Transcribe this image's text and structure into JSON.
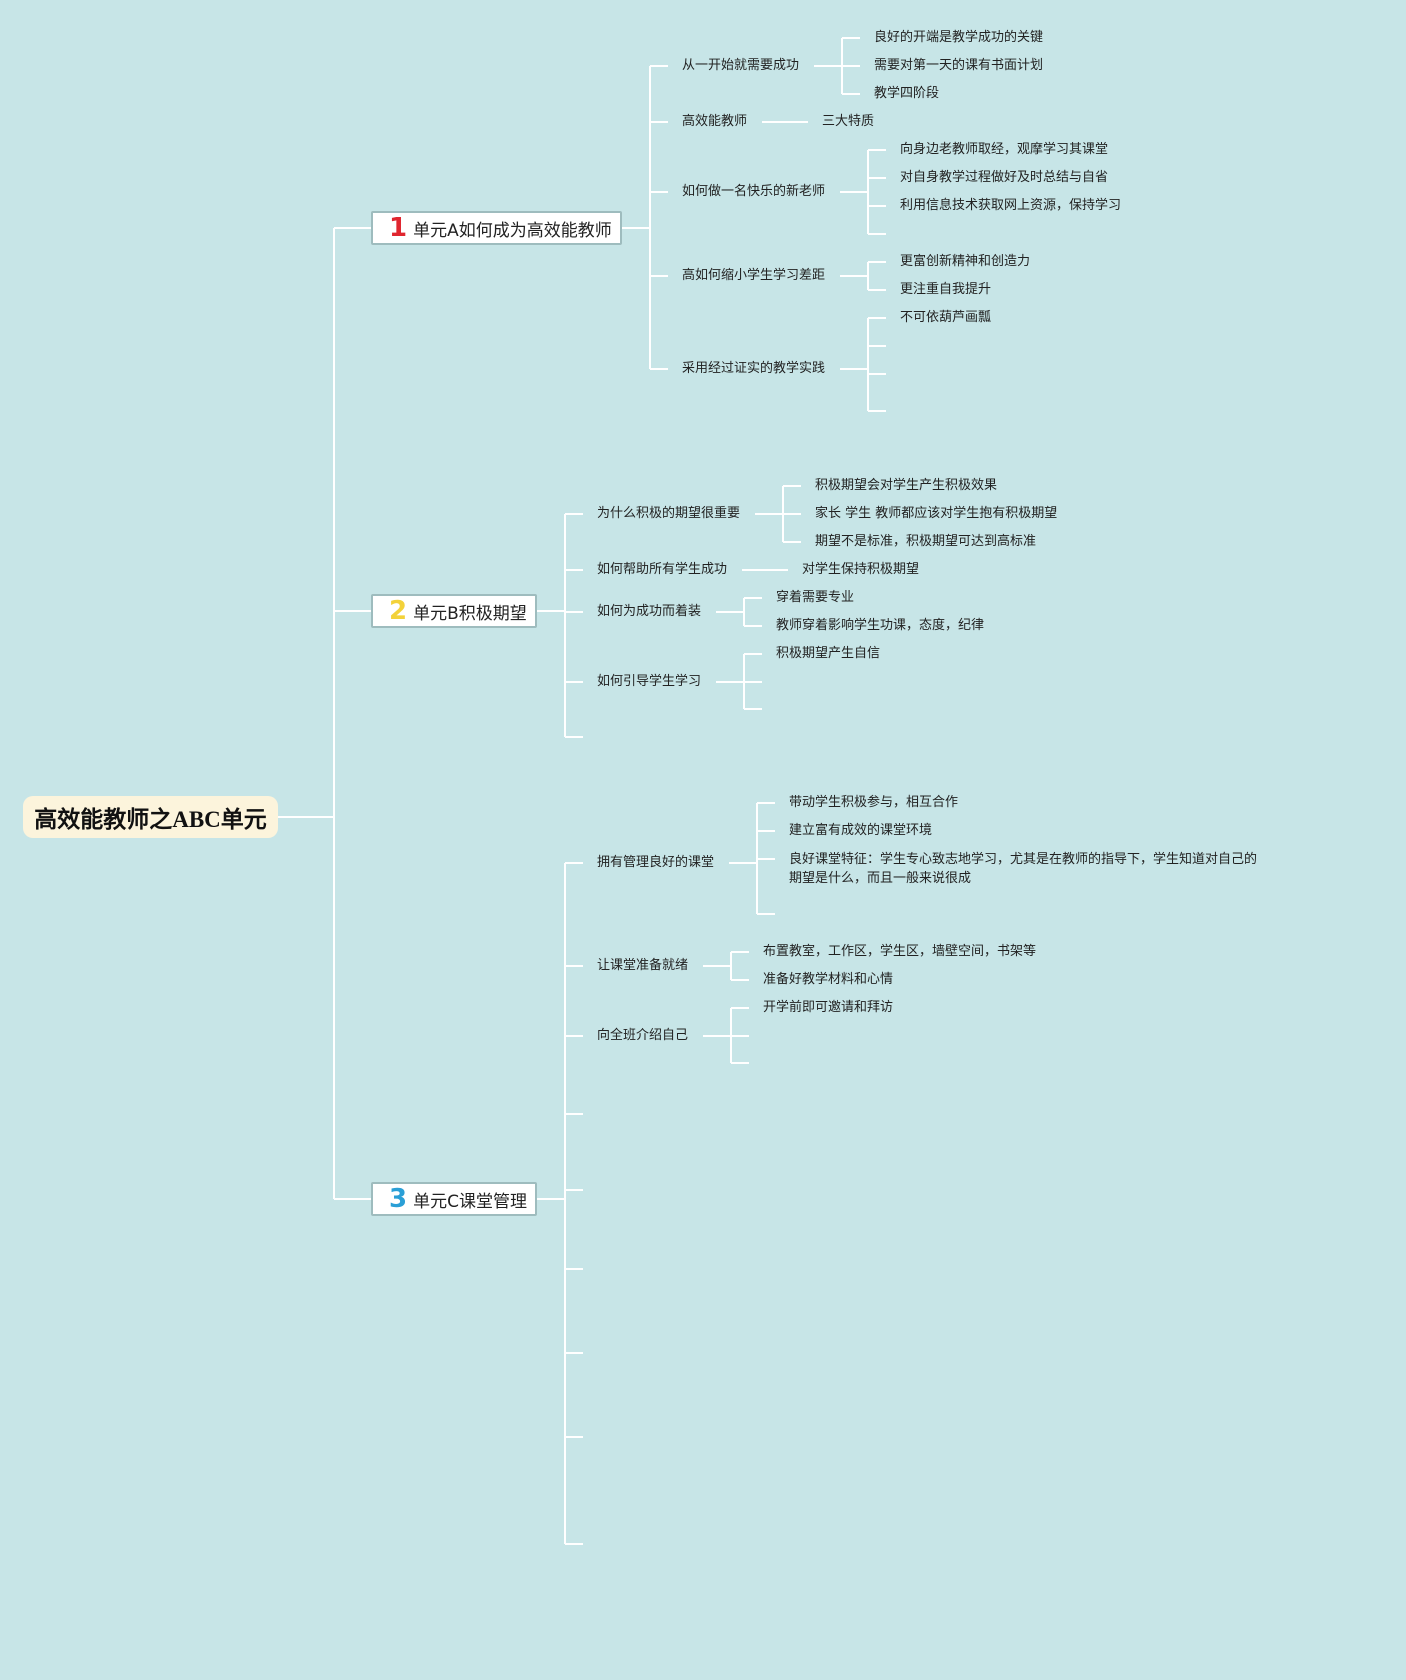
{
  "root": {
    "title": "高效能教师之ABC单元"
  },
  "units": [
    {
      "num": "1",
      "num_color": "#e0262f",
      "title": "单元A如何成为高效能教师",
      "branches": [
        {
          "label": "从一开始就需要成功",
          "leaves": [
            "良好的开端是教学成功的关键",
            "需要对第一天的课有书面计划",
            "教学四阶段"
          ]
        },
        {
          "label": "高效能教师",
          "leaves": [
            "三大特质"
          ]
        },
        {
          "label": "如何做一名快乐的新老师",
          "leaves": [
            "向身边老教师取经，观摩学习其课堂",
            "对自身教学过程做好及时总结与自省",
            "利用信息技术获取网上资源，保持学习"
          ]
        },
        {
          "label": "高如何缩小学生学习差距",
          "leaves": [
            "更富创新精神和创造力",
            "更注重自我提升"
          ]
        },
        {
          "label": "采用经过证实的教学实践",
          "leaves": [
            "不可依葫芦画瓢"
          ]
        }
      ]
    },
    {
      "num": "2",
      "num_color": "#f3d23a",
      "title": "单元B积极期望",
      "branches": [
        {
          "label": "为什么积极的期望很重要",
          "leaves": [
            "积极期望会对学生产生积极效果",
            "家长 学生 教师都应该对学生抱有积极期望",
            "期望不是标准，积极期望可达到高标准"
          ]
        },
        {
          "label": "如何帮助所有学生成功",
          "leaves": [
            "对学生保持积极期望"
          ]
        },
        {
          "label": "如何为成功而着装",
          "leaves": [
            "穿着需要专业",
            "教师穿着影响学生功课，态度，纪律"
          ]
        },
        {
          "label": "如何引导学生学习",
          "leaves": [
            "积极期望产生自信"
          ]
        }
      ]
    },
    {
      "num": "3",
      "num_color": "#2a9fd6",
      "title": "单元C课堂管理",
      "branches": [
        {
          "label": "拥有管理良好的课堂",
          "leaves": [
            "带动学生积极参与，相互合作",
            "建立富有成效的课堂环境",
            "良好课堂特征：学生专心致志地学习，尤其是在教师的指导下，学生知道对自己的期望是什么，而且一般来说很成"
          ]
        },
        {
          "label": "让课堂准备就绪",
          "leaves": [
            "布置教室，工作区，学生区，墙壁空间，书架等",
            "准备好教学材料和心情"
          ]
        },
        {
          "label": "向全班介绍自己",
          "leaves": [
            "开学前即可邀请和拜访"
          ]
        }
      ]
    }
  ]
}
